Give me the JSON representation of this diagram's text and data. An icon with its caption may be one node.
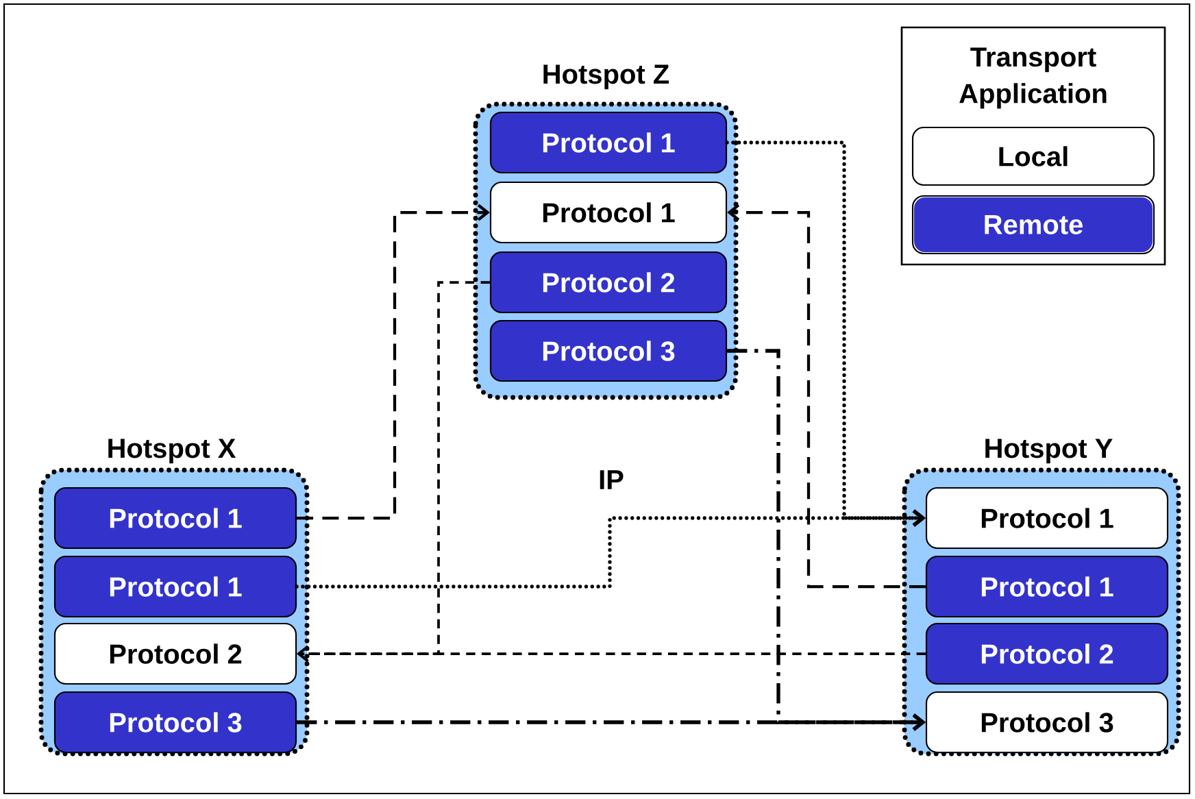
{
  "diagram": {
    "nodes": [
      {
        "text": [
          "Hotspot Z"
        ]
      },
      {
        "text": [
          "Protocol 1"
        ],
        "in": 0
      },
      {
        "text": [
          "Protocol 1"
        ],
        "in": 0
      },
      {
        "text": [
          "Protocol 2"
        ],
        "in": 0
      },
      {
        "text": [
          "Protocol 3"
        ],
        "in": 0
      },
      {
        "text": [
          "Hotspot X"
        ]
      },
      {
        "text": [
          "Protocol 1"
        ],
        "in": 5
      },
      {
        "text": [
          "Protocol 1"
        ],
        "in": 5
      },
      {
        "text": [
          "Protocol 2"
        ],
        "in": 5
      },
      {
        "text": [
          "Protocol 3"
        ],
        "in": 5
      },
      {
        "text": [
          "Hotspot Y"
        ]
      },
      {
        "text": [
          "Protocol 1"
        ],
        "in": 10
      },
      {
        "text": [
          "Protocol 1"
        ],
        "in": 10
      },
      {
        "text": [
          "Protocol 2"
        ],
        "in": 10
      },
      {
        "text": [
          "Protocol 3"
        ],
        "in": 10
      }
    ],
    "edges": [
      {
        "from": 6,
        "to": 2,
        "arrow": "to",
        "style": "dashed"
      },
      {
        "from": 7,
        "to": 11,
        "arrow": "to",
        "style": "dashed"
      },
      {
        "from": 1,
        "to": 11,
        "arrow": "to",
        "style": "dashed"
      },
      {
        "from": 12,
        "to": 2,
        "arrow": "to",
        "style": "dashed"
      },
      {
        "from": 13,
        "to": 8,
        "arrow": "to",
        "style": "dashed"
      },
      {
        "from": 3,
        "to": 8,
        "arrow": "to",
        "style": "dashed"
      },
      {
        "from": 9,
        "to": 14,
        "arrow": "to",
        "style": "dashed"
      },
      {
        "from": 4,
        "to": 14,
        "arrow": "to",
        "style": "dashed"
      }
    ],
    "labels": [
      "Transport Application",
      "IP"
    ],
    "legend": [
      {
        "text": "Local",
        "color": "#ffffff"
      },
      {
        "text": "Remote",
        "color": "#3333cc"
      }
    ]
  }
}
